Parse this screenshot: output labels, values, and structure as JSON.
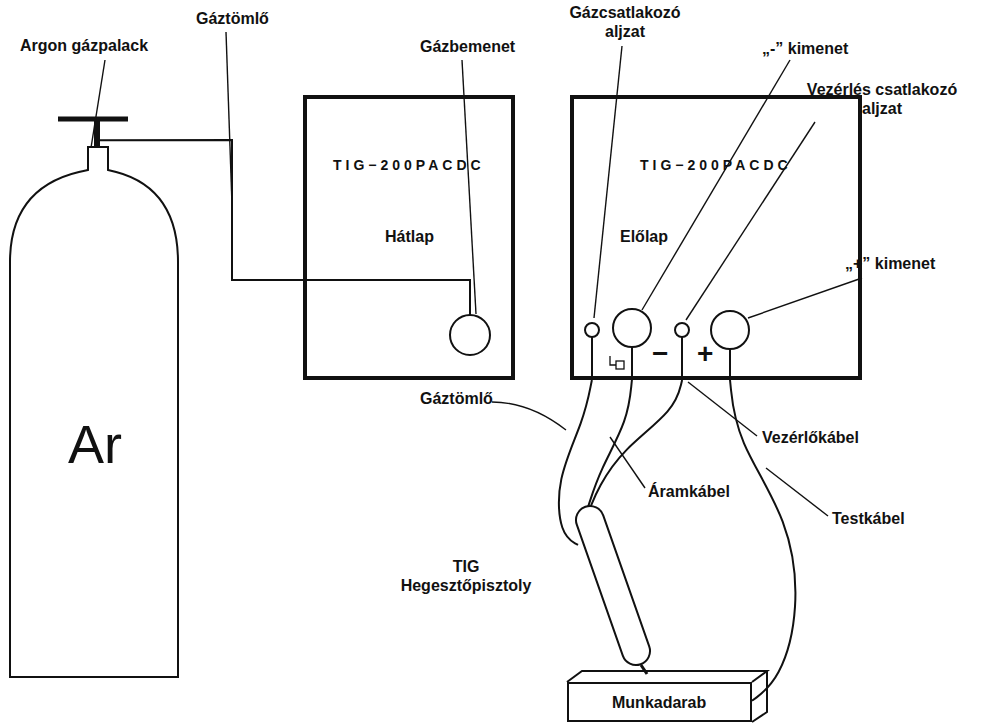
{
  "diagram": {
    "nodes": [
      {
        "text": [
          "Ar"
        ]
      },
      {
        "text": [
          "TIG−200PACDC",
          "Hátlap"
        ]
      },
      {
        "text": [
          "TIG−200PACDC",
          "Előlap"
        ]
      },
      {
        "text": [
          "TIG Hegesztőpisztoly"
        ]
      },
      {
        "text": [
          "Munkadarab"
        ]
      }
    ],
    "edges": [
      {
        "from": 0,
        "to": 1,
        "arrow": "none"
      },
      {
        "from": 2,
        "to": 3,
        "arrow": "none"
      },
      {
        "from": 2,
        "to": 3,
        "arrow": "none"
      },
      {
        "from": 2,
        "to": 3,
        "arrow": "none"
      },
      {
        "from": 2,
        "to": 4,
        "arrow": "none"
      }
    ],
    "labels": [
      "Argon gázpalack",
      "Gáztömlő",
      "Gázbemenet",
      "Gázcsatlakozó aljzat",
      "„-” kimenet",
      "Vezérlés csatlakozó aljzat",
      "„+” kimenet",
      "−",
      "+",
      "Gáztömlő",
      "Vezérlőkábel",
      "Áramkábel",
      "Testkábel"
    ]
  }
}
